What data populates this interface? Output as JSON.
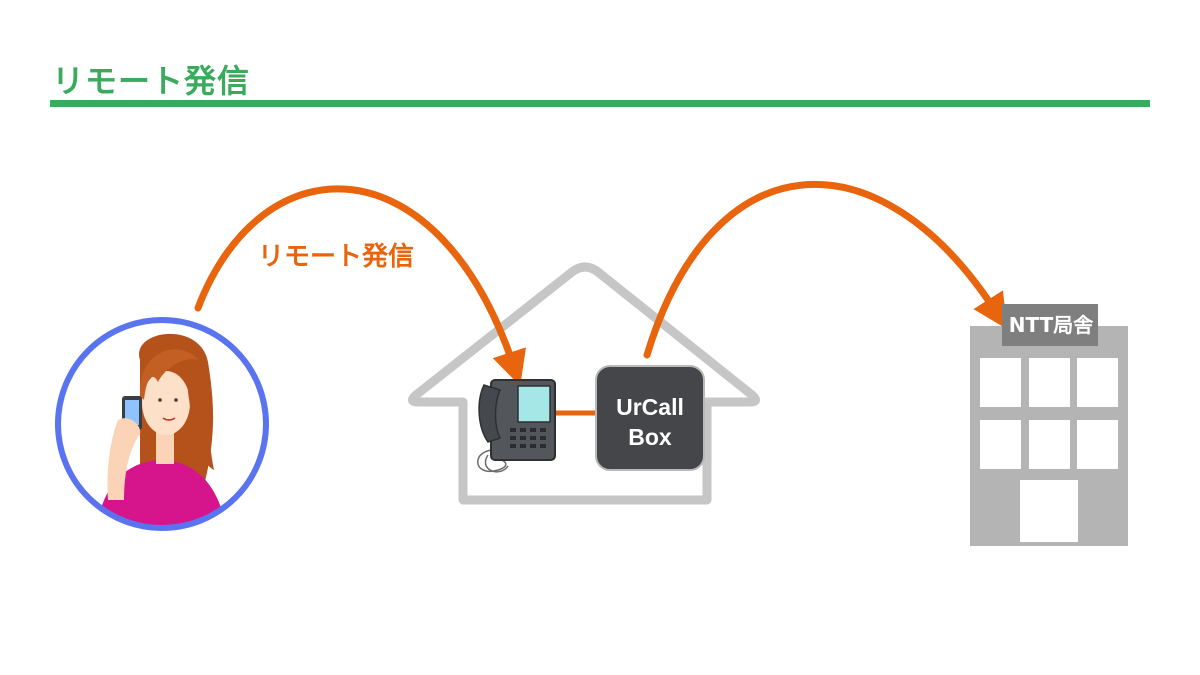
{
  "header": {
    "title": "リモート発信"
  },
  "diagram": {
    "arc_label": "リモート発信",
    "device_label_line1": "UrCall",
    "device_label_line2": "Box",
    "office_label": "NTT局舎"
  },
  "colors": {
    "title_green": "#3aaa5c",
    "arrow_orange": "#e8650e",
    "user_circle_blue": "#5a74f0",
    "house_outline": "#c6c6c6",
    "device_dark": "#444649",
    "building_gray": "#b4b4b4"
  }
}
